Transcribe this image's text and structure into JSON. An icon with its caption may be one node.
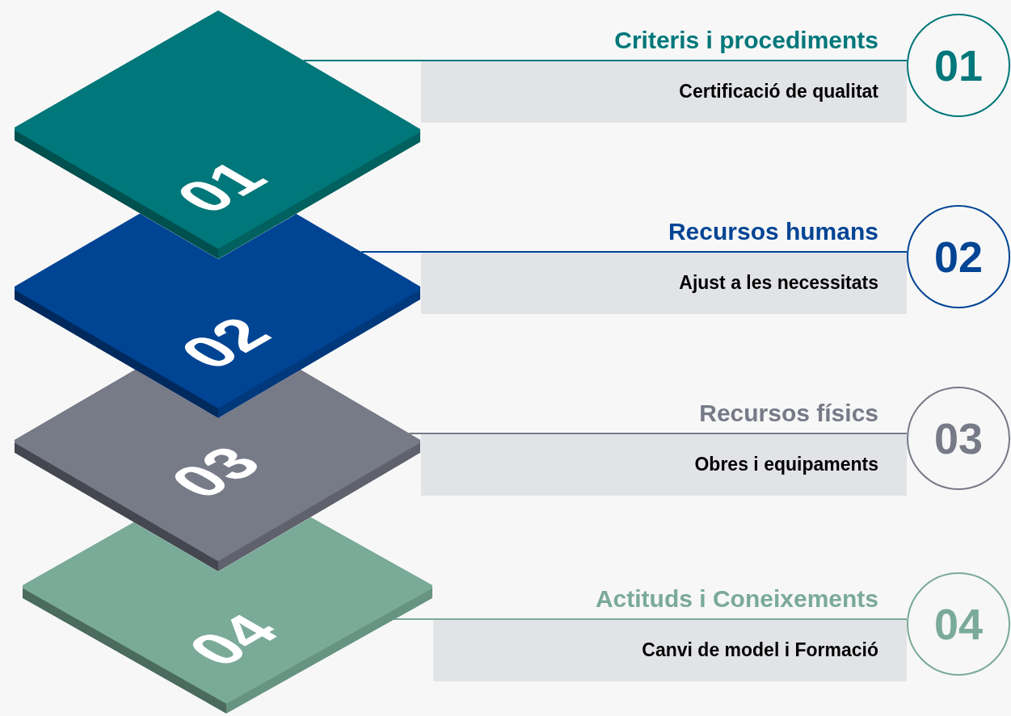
{
  "diagram": {
    "nodes": [
      {
        "text": [
          "01"
        ]
      },
      {
        "text": [
          "02"
        ]
      },
      {
        "text": [
          "03"
        ]
      },
      {
        "text": [
          "04"
        ]
      },
      {
        "text": [
          "Criteris i procediments",
          "Certificació de qualitat"
        ]
      },
      {
        "text": [
          "Recursos humans",
          "Ajust a les necessitats"
        ]
      },
      {
        "text": [
          "Recursos físics",
          "Obres i equipaments"
        ]
      },
      {
        "text": [
          "Actituds i Coneixements",
          "Canvi de model i Formació"
        ]
      },
      {
        "text": [
          "01"
        ]
      },
      {
        "text": [
          "02"
        ]
      },
      {
        "text": [
          "03"
        ]
      },
      {
        "text": [
          "04"
        ]
      }
    ],
    "edges": [
      {
        "from": 0,
        "to": 8,
        "arrow": "none",
        "color": "#00777a"
      },
      {
        "from": 1,
        "to": 9,
        "arrow": "none",
        "color": "#004494"
      },
      {
        "from": 2,
        "to": 10,
        "arrow": "none",
        "color": "#777a87"
      },
      {
        "from": 3,
        "to": 11,
        "arrow": "none",
        "color": "#7aaa98"
      }
    ]
  }
}
